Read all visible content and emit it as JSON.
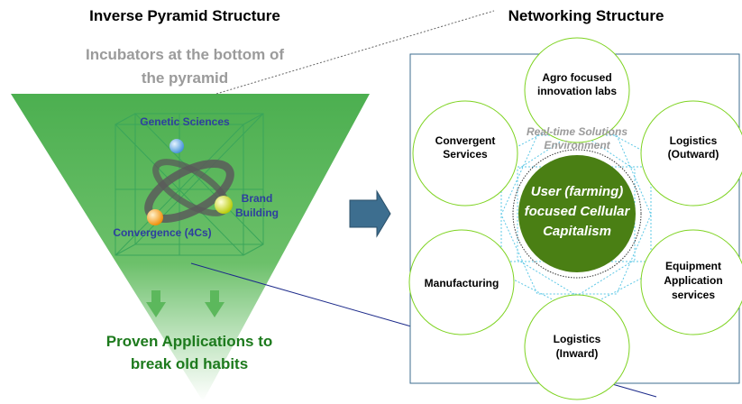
{
  "left": {
    "title": "Inverse Pyramid Structure",
    "subtitle_line1": "Incubators at the bottom of",
    "subtitle_line2": "the pyramid",
    "molecule": {
      "genetic": "Genetic Sciences",
      "brand_line1": "Brand",
      "brand_line2": "Building",
      "convergence": "Convergence (4Cs)"
    },
    "bottom_line1": "Proven Applications to",
    "bottom_line2": "break old habits"
  },
  "right": {
    "title": "Networking Structure",
    "environment_line1": "Real-time Solutions",
    "environment_line2": "Environment",
    "core_line1": "User (farming)",
    "core_line2": "focused Cellular",
    "core_line3": "Capitalism",
    "nodes": {
      "agro_1": "Agro focused",
      "agro_2": "innovation labs",
      "convergent_1": "Convergent",
      "convergent_2": "Services",
      "logout_1": "Logistics",
      "logout_2": "(Outward)",
      "equipment_1": "Equipment",
      "equipment_2": "Application",
      "equipment_3": "services",
      "login_1": "Logistics",
      "login_2": "(Inward)",
      "manufacturing": "Manufacturing"
    }
  },
  "colors": {
    "pyramid_green": "#5cb85c",
    "core_green": "#4a7f14",
    "node_outline": "#7ed321",
    "dotted_blue": "#5ec8e6",
    "arrow_blue": "#3d6e8f",
    "connector_blue": "#1c2a8a"
  },
  "icons": [
    "right-arrow-icon",
    "down-arrow-icon"
  ]
}
